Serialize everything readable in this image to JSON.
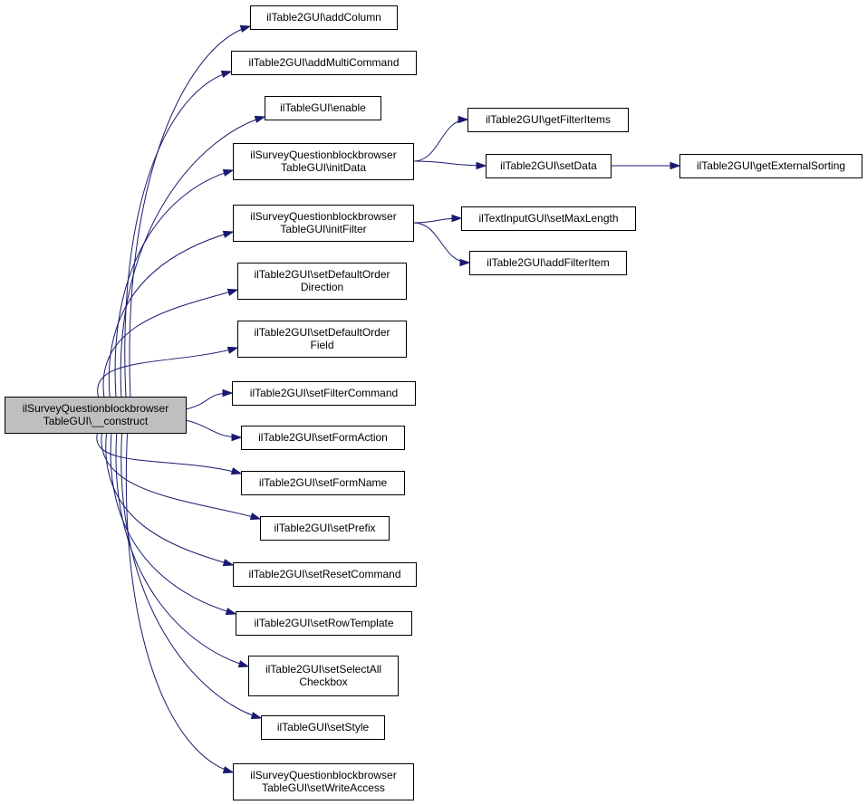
{
  "graph": {
    "root": {
      "id": "construct",
      "lines": [
        "ilSurveyQuestionblockbrowser",
        "TableGUI\\__construct"
      ]
    },
    "nodes": [
      {
        "id": "addColumn",
        "lines": [
          "ilTable2GUI\\addColumn"
        ]
      },
      {
        "id": "addMultiCommand",
        "lines": [
          "ilTable2GUI\\addMultiCommand"
        ]
      },
      {
        "id": "enable",
        "lines": [
          "ilTableGUI\\enable"
        ]
      },
      {
        "id": "initData",
        "lines": [
          "ilSurveyQuestionblockbrowser",
          "TableGUI\\initData"
        ]
      },
      {
        "id": "initFilter",
        "lines": [
          "ilSurveyQuestionblockbrowser",
          "TableGUI\\initFilter"
        ]
      },
      {
        "id": "setDefaultOrderDirection",
        "lines": [
          "ilTable2GUI\\setDefaultOrder",
          "Direction"
        ]
      },
      {
        "id": "setDefaultOrderField",
        "lines": [
          "ilTable2GUI\\setDefaultOrder",
          "Field"
        ]
      },
      {
        "id": "setFilterCommand",
        "lines": [
          "ilTable2GUI\\setFilterCommand"
        ]
      },
      {
        "id": "setFormAction",
        "lines": [
          "ilTable2GUI\\setFormAction"
        ]
      },
      {
        "id": "setFormName",
        "lines": [
          "ilTable2GUI\\setFormName"
        ]
      },
      {
        "id": "setPrefix",
        "lines": [
          "ilTable2GUI\\setPrefix"
        ]
      },
      {
        "id": "setResetCommand",
        "lines": [
          "ilTable2GUI\\setResetCommand"
        ]
      },
      {
        "id": "setRowTemplate",
        "lines": [
          "ilTable2GUI\\setRowTemplate"
        ]
      },
      {
        "id": "setSelectAllCheckbox",
        "lines": [
          "ilTable2GUI\\setSelectAll",
          "Checkbox"
        ]
      },
      {
        "id": "setStyle",
        "lines": [
          "ilTableGUI\\setStyle"
        ]
      },
      {
        "id": "setWriteAccess",
        "lines": [
          "ilSurveyQuestionblockbrowser",
          "TableGUI\\setWriteAccess"
        ]
      },
      {
        "id": "getFilterItems",
        "lines": [
          "ilTable2GUI\\getFilterItems"
        ]
      },
      {
        "id": "setData",
        "lines": [
          "ilTable2GUI\\setData"
        ]
      },
      {
        "id": "getExternalSorting",
        "lines": [
          "ilTable2GUI\\getExternalSorting"
        ]
      },
      {
        "id": "setMaxLength",
        "lines": [
          "ilTextInputGUI\\setMaxLength"
        ]
      },
      {
        "id": "addFilterItem",
        "lines": [
          "ilTable2GUI\\addFilterItem"
        ]
      }
    ],
    "edges": [
      [
        "construct",
        "addColumn"
      ],
      [
        "construct",
        "addMultiCommand"
      ],
      [
        "construct",
        "enable"
      ],
      [
        "construct",
        "initData"
      ],
      [
        "construct",
        "initFilter"
      ],
      [
        "construct",
        "setDefaultOrderDirection"
      ],
      [
        "construct",
        "setDefaultOrderField"
      ],
      [
        "construct",
        "setFilterCommand"
      ],
      [
        "construct",
        "setFormAction"
      ],
      [
        "construct",
        "setFormName"
      ],
      [
        "construct",
        "setPrefix"
      ],
      [
        "construct",
        "setResetCommand"
      ],
      [
        "construct",
        "setRowTemplate"
      ],
      [
        "construct",
        "setSelectAllCheckbox"
      ],
      [
        "construct",
        "setStyle"
      ],
      [
        "construct",
        "setWriteAccess"
      ],
      [
        "initData",
        "getFilterItems"
      ],
      [
        "initData",
        "setData"
      ],
      [
        "setData",
        "getExternalSorting"
      ],
      [
        "initFilter",
        "setMaxLength"
      ],
      [
        "initFilter",
        "addFilterItem"
      ]
    ],
    "colors": {
      "edge": "#191970",
      "root_fill": "#bfbfbf",
      "node_fill": "#ffffff",
      "border": "#000000"
    }
  }
}
